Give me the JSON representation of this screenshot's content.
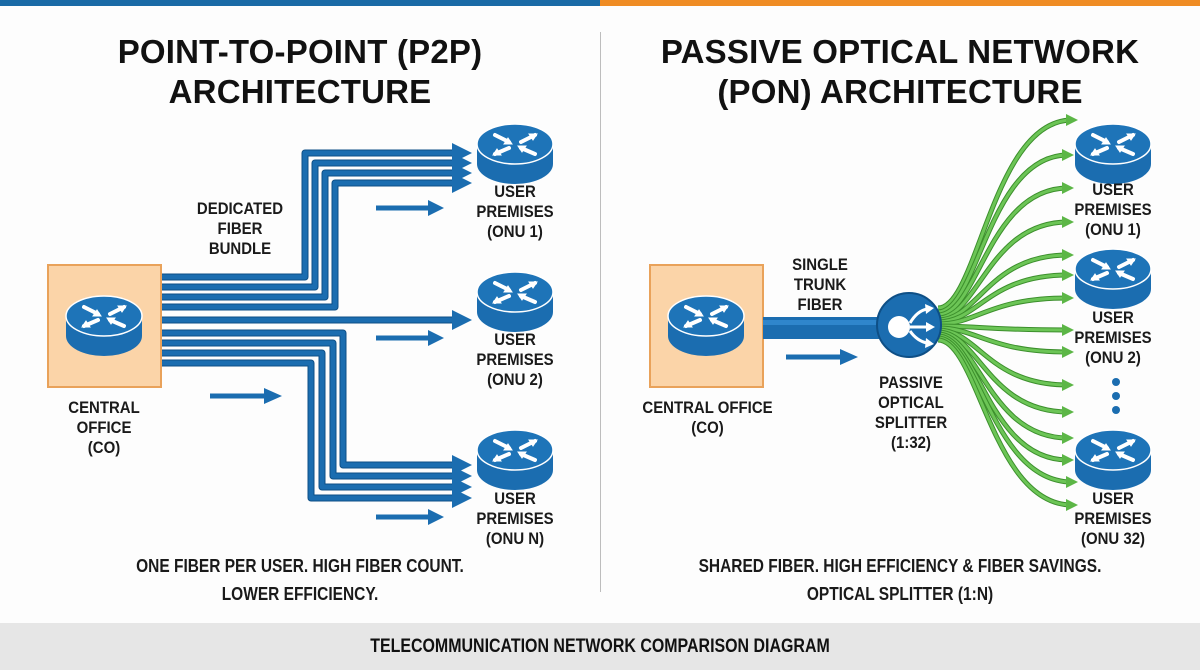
{
  "colors": {
    "accent_blue": "#1a6aa6",
    "accent_orange": "#ef8c24",
    "fiber_blue": "#1b6db0",
    "fiber_green": "#5cb646",
    "co_box_fill": "#fbd4a8",
    "co_box_border": "#e9a25a",
    "footer_bg": "#e6e6e6"
  },
  "left": {
    "title_line1": "POINT-TO-POINT (P2P)",
    "title_line2": "ARCHITECTURE",
    "co_icon": "router-icon",
    "co_label": [
      "CENTRAL",
      "OFFICE",
      "(CO)"
    ],
    "bundle_label": [
      "DEDICATED",
      "FIBER",
      "BUNDLE"
    ],
    "users": [
      {
        "icon": "router-icon",
        "label": [
          "USER",
          "PREMISES",
          "(ONU 1)"
        ]
      },
      {
        "icon": "router-icon",
        "label": [
          "USER",
          "PREMISES",
          "(ONU 2)"
        ]
      },
      {
        "icon": "router-icon",
        "label": [
          "USER",
          "PREMISES",
          "(ONU N)"
        ]
      }
    ],
    "caption_line1": "ONE FIBER PER USER. HIGH FIBER COUNT.",
    "caption_line2": "LOWER EFFICIENCY."
  },
  "right": {
    "title_line1": "PASSIVE OPTICAL NETWORK",
    "title_line2": "(PON) ARCHITECTURE",
    "co_icon": "router-icon",
    "co_label": [
      "CENTRAL OFFICE",
      "(CO)"
    ],
    "trunk_label": [
      "SINGLE",
      "TRUNK",
      "FIBER"
    ],
    "splitter_icon": "splitter-icon",
    "splitter_label": [
      "PASSIVE",
      "OPTICAL",
      "SPLITTER",
      "(1:32)"
    ],
    "users": [
      {
        "icon": "router-icon",
        "label": [
          "USER",
          "PREMISES",
          "(ONU 1)"
        ]
      },
      {
        "icon": "router-icon",
        "label": [
          "USER",
          "PREMISES",
          "(ONU 2)"
        ]
      },
      {
        "icon": "router-icon",
        "label": [
          "USER",
          "PREMISES",
          "(ONU 32)"
        ]
      }
    ],
    "ellipsis_icon": "vertical-ellipsis-icon",
    "caption_line1": "SHARED FIBER. HIGH EFFICIENCY & FIBER SAVINGS.",
    "caption_line2": "OPTICAL SPLITTER (1:N)"
  },
  "footer": {
    "title": "TELECOMMUNICATION NETWORK COMPARISON DIAGRAM"
  }
}
